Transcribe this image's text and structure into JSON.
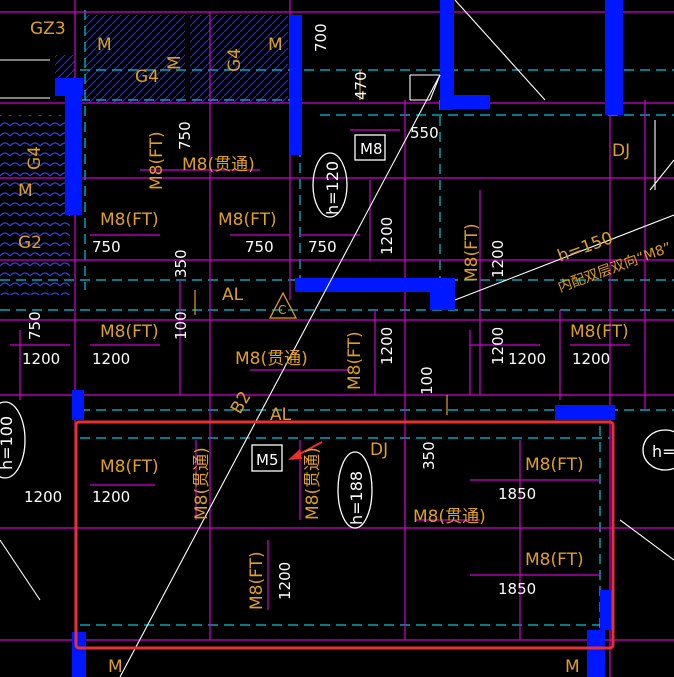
{
  "drawing": {
    "labels": {
      "gz3": "GZ3",
      "m": "M",
      "g4": "G4",
      "g2": "G2",
      "dim_700": "700",
      "dim_470": "470",
      "dim_550": "550",
      "dim_750": "750",
      "dim_350": "350",
      "dim_100": "100",
      "dim_1200": "1200",
      "dim_1850": "1850",
      "m8": "M8",
      "m5": "M5",
      "m8ft": "M8(FT)",
      "m8gt": "M8(贯通)",
      "dj": "DJ",
      "al": "AL",
      "c": "C",
      "b2": "B2",
      "h120": "h=120",
      "h100": "h=100",
      "h188": "h=188",
      "h150": "h=150",
      "note": "内配双层双向“M8”",
      "h_partial": "h="
    },
    "colors": {
      "background": "#000000",
      "wall_fill": "#0018ff",
      "hatch": "#1f2fd0",
      "magenta": "#d000d0",
      "cyan": "#00c8e0",
      "yellow": "#e0a020",
      "white": "#ffffff",
      "highlight": "#e83030"
    }
  }
}
